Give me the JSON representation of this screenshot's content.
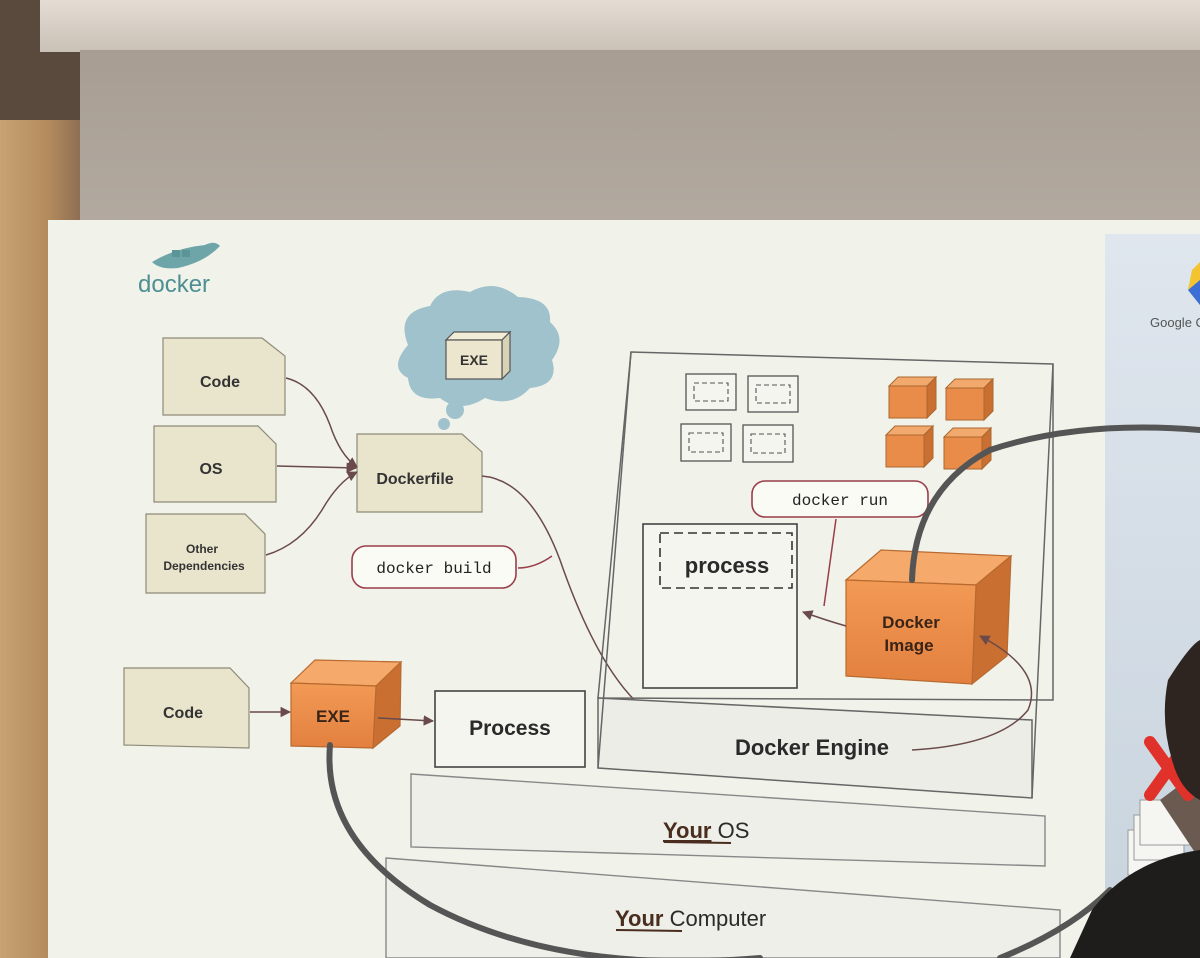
{
  "brand": {
    "logo_text": "docker",
    "side_logo_text": "Google C"
  },
  "inputs": {
    "code": "Code",
    "os": "OS",
    "other_line1": "Other",
    "other_line2": "Dependencies"
  },
  "dockerfile_label": "Dockerfile",
  "cloud_exe_label": "EXE",
  "commands": {
    "build": "docker build",
    "run": "docker run"
  },
  "traditional": {
    "code": "Code",
    "exe": "EXE",
    "process": "Process"
  },
  "engine": {
    "process_label": "process",
    "image_line1": "Docker",
    "image_line2": "Image",
    "engine_label": "Docker Engine"
  },
  "layers": {
    "os_your": "Your",
    "os_rest": " OS",
    "computer_your": "Your",
    "computer_rest": " Computer"
  },
  "colors": {
    "slide_bg": "#f1f3ea",
    "box_fill": "#e8e3cc",
    "orange": "#e98c4a",
    "cloud": "#9fc2cc",
    "command_border": "#9a3e4a",
    "underline_text": "#4a2d1e"
  },
  "icons": [
    "docker-whale-icon",
    "cloud-icon",
    "container-icon",
    "cube-icon",
    "red-x-icon"
  ]
}
